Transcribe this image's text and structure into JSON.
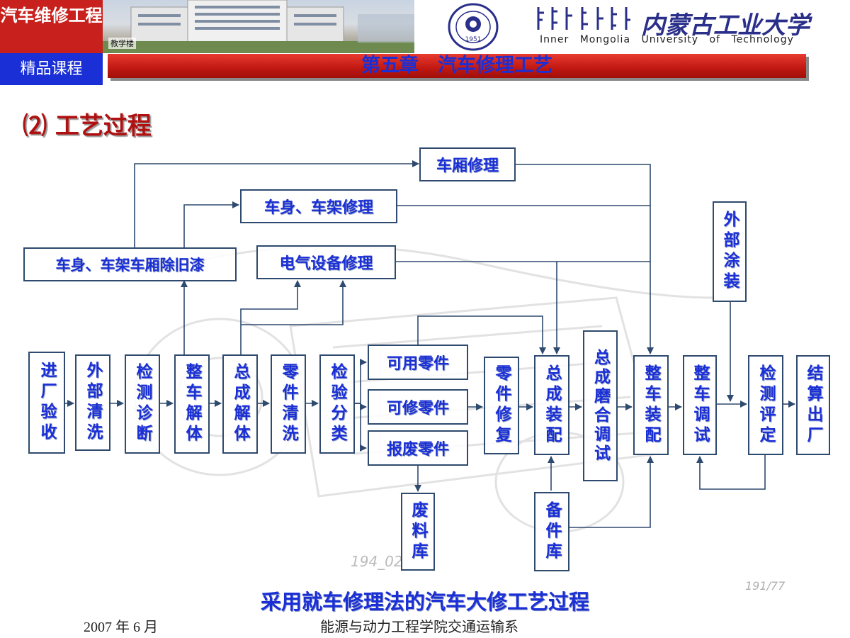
{
  "header": {
    "course_name": "汽车维修工程",
    "course_tag": "精品课程",
    "photo_label": "教学楼",
    "univ_cn": "内蒙古工业大学",
    "univ_en": "Inner Mongolia University of Technology",
    "logo_year": "1951",
    "chapter": "第五章　汽车修理工艺"
  },
  "section_title": "⑵ 工艺过程",
  "nodes": {
    "chexiang": "车厢修理",
    "cheshen_jia": "车身、车架修理",
    "chuqi": "车身、车架车厢除旧漆",
    "dianqi": "电气设备修理",
    "waibu_tuzhuang": "外部涂装",
    "jinchang": "进厂验收",
    "waibu_qingxi": "外部清洗",
    "jiance_zhenduan": "检测诊断",
    "zhengche_jieti": "整车解体",
    "zongcheng_jieti": "总成解体",
    "lingjian_qingxi": "零件清洗",
    "jianyan_fenlei": "检验分类",
    "keyong": "可用零件",
    "kexiu": "可修零件",
    "baofei": "报废零件",
    "feiliaoku": "废料库",
    "lingjian_xiufu": "零件修复",
    "zongcheng_zhuangpei": "总成装配",
    "beijianku": "备件库",
    "mohe_tiaoshi": "总成磨合调试",
    "zhengche_zhuangpei": "整车装配",
    "zhengche_tiaoshi": "整车调试",
    "jiance_pingding": "检测评定",
    "jiesuan": "结算出厂"
  },
  "watermark_text": "194_02",
  "page_number": "191/77",
  "caption": "采用就车修理法的汽车大修工艺过程",
  "footer": {
    "date": "2007 年 6 月",
    "department": "能源与动力工程学院交通运输系"
  },
  "colors": {
    "brand_red": "#c8201c",
    "brand_blue": "#1a2fd6",
    "line": "#2e4a6e"
  }
}
